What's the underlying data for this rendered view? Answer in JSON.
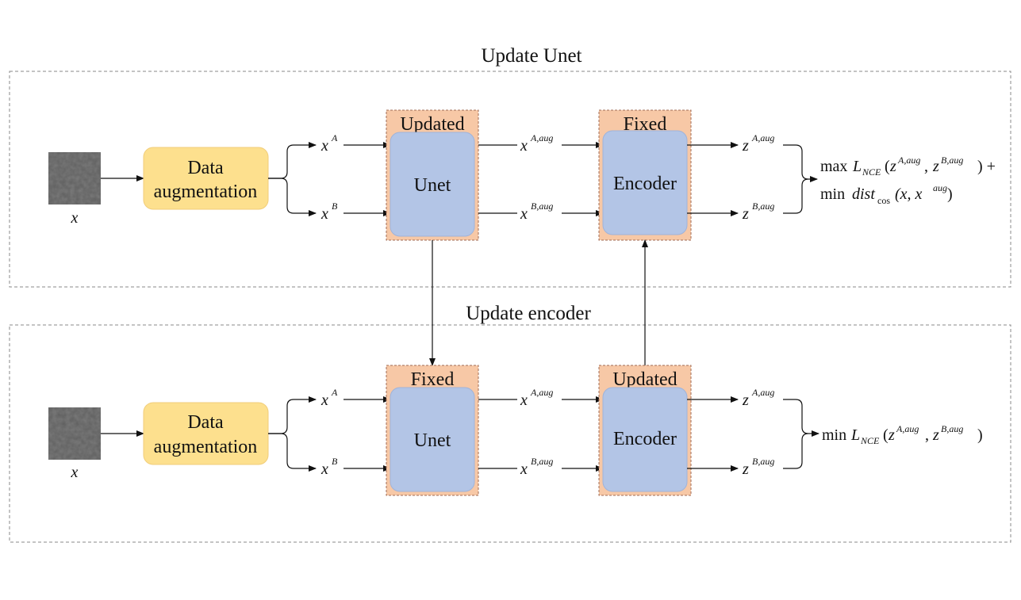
{
  "sections": {
    "top_title": "Update Unet",
    "bottom_title": "Update encoder"
  },
  "input_label": "x",
  "data_aug": {
    "line1": "Data",
    "line2": "augmentation"
  },
  "top": {
    "unet_state": "Updated",
    "unet_label": "Unet",
    "encoder_state": "Fixed",
    "encoder_label": "Encoder"
  },
  "bottom": {
    "unet_state": "Fixed",
    "unet_label": "Unet",
    "encoder_state": "Updated",
    "encoder_label": "Encoder"
  },
  "vars": {
    "x": "x",
    "z": "z",
    "sup_A": "A",
    "sup_B": "B",
    "sup_A_aug": "A,aug",
    "sup_B_aug": "B,aug"
  },
  "objective_top": {
    "max": "max",
    "L": "L",
    "nce": "NCE",
    "open": "(",
    "z": "z",
    "sup_a": "A,aug",
    "comma": ",",
    "sup_b": "B,aug",
    "close_plus": ") +",
    "min": "min",
    "dist": "dist",
    "cos": "cos",
    "args": "(x, x",
    "aug": "aug",
    "close": ")"
  },
  "objective_bottom": {
    "min": "min",
    "L": "L",
    "nce": "NCE",
    "open": "(",
    "z": "z",
    "sup_a": "A,aug",
    "comma": ",",
    "sup_b": "B,aug",
    "close": ")"
  },
  "colors": {
    "data_aug_fill": "#fde08e",
    "data_aug_stroke": "#f1cd7a",
    "block_bg": "#f7c8a6",
    "block_border": "#a26b54",
    "inner_fill": "#b3c5e6",
    "inner_stroke": "#9fb3da",
    "section_border": "#888888",
    "patch": "#5e5e5e"
  }
}
